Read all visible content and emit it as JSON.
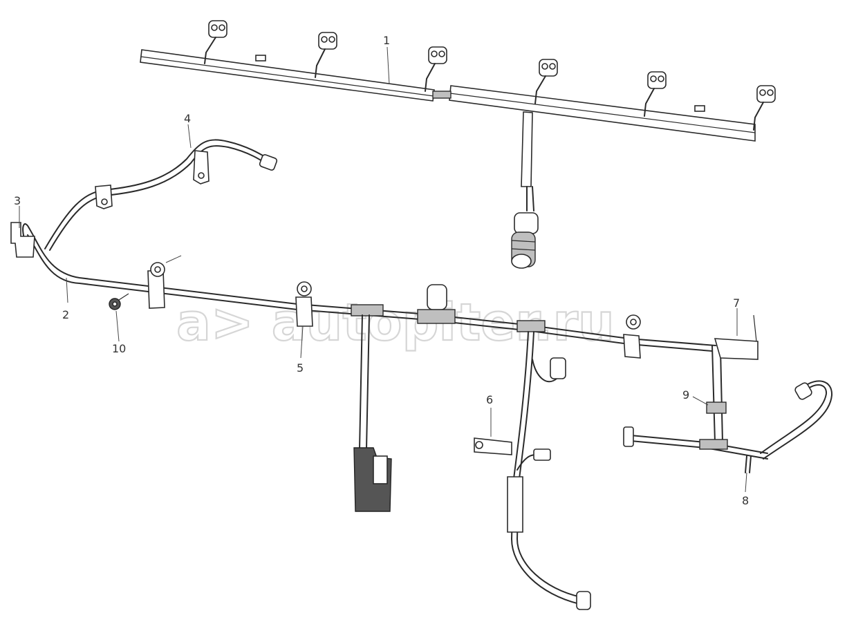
{
  "watermark": "a> autopiter.ru",
  "labels": [
    {
      "id": "1",
      "text": "1"
    },
    {
      "id": "2",
      "text": "2"
    },
    {
      "id": "3",
      "text": "3"
    },
    {
      "id": "4",
      "text": "4"
    },
    {
      "id": "5",
      "text": "5"
    },
    {
      "id": "6",
      "text": "6"
    },
    {
      "id": "7",
      "text": "7"
    },
    {
      "id": "8",
      "text": "8"
    },
    {
      "id": "9",
      "text": "9"
    },
    {
      "id": "10",
      "text": "10"
    }
  ],
  "colors": {
    "line": "#2a2a2a",
    "watermark": "#d6d6d6",
    "fill_gray": "#bfbfbf"
  }
}
